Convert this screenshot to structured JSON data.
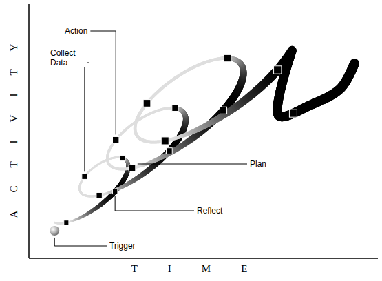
{
  "diagram": {
    "labels": [
      "Action",
      "Collect Data",
      "Plan",
      "Reflect",
      "Trigger",
      "ACTIVITY",
      "TIME"
    ]
  }
}
